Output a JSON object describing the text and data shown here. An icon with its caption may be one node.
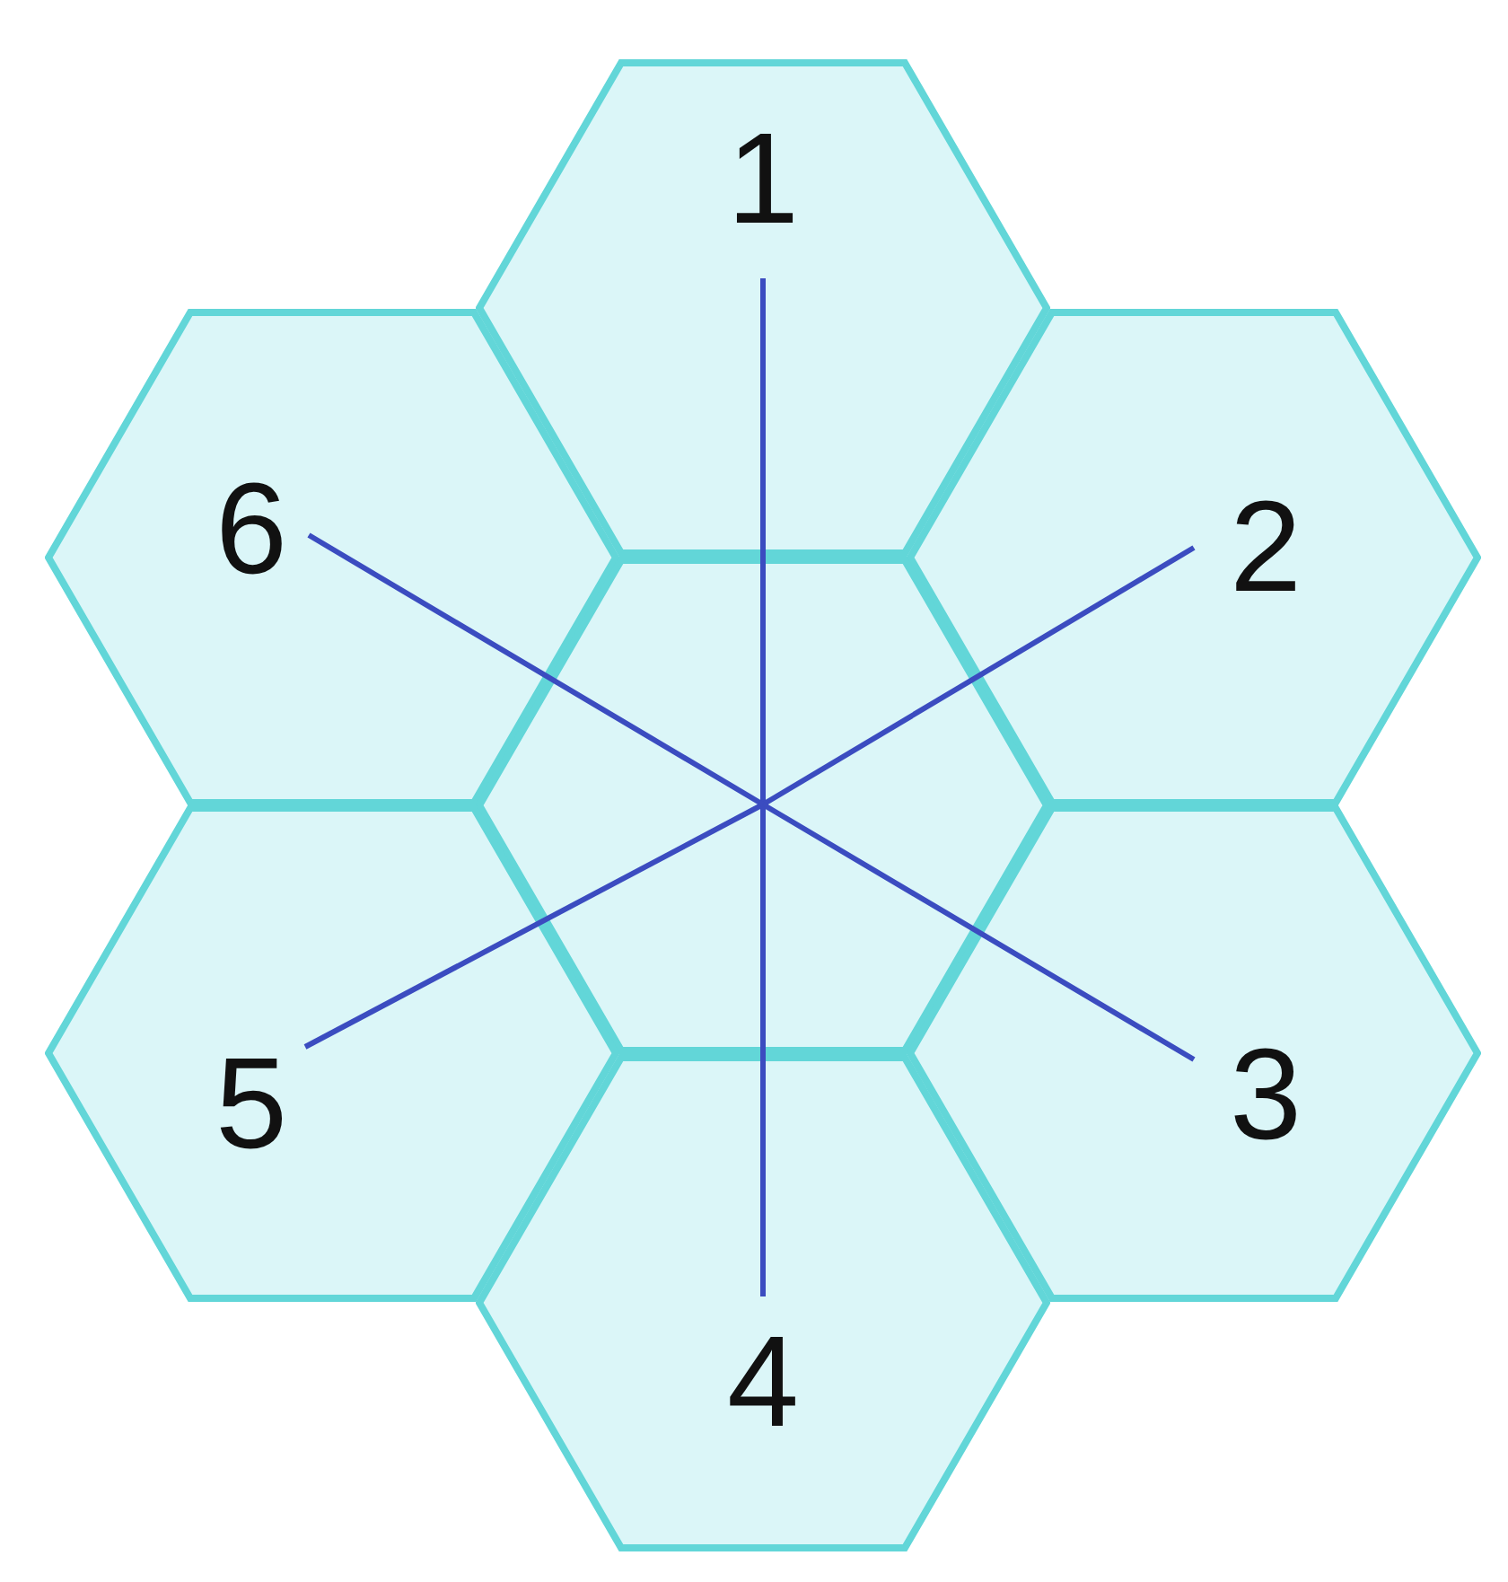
{
  "diagram": {
    "nodes": [
      {
        "text": [
          "1"
        ]
      },
      {
        "text": [
          "6"
        ]
      },
      {
        "text": [
          "2"
        ]
      },
      {
        "text": [],
        "shape": "hexagon"
      },
      {
        "text": [
          "5"
        ]
      },
      {
        "text": [
          "3"
        ]
      },
      {
        "text": [
          "4"
        ]
      }
    ],
    "edges": [
      {
        "from": 3,
        "to": 0,
        "arrow": "none"
      },
      {
        "from": 3,
        "to": 2,
        "arrow": "none"
      },
      {
        "from": 3,
        "to": 5,
        "arrow": "none"
      },
      {
        "from": 3,
        "to": 6,
        "arrow": "none"
      },
      {
        "from": 3,
        "to": 4,
        "arrow": "none"
      },
      {
        "from": 3,
        "to": 1,
        "arrow": "none"
      }
    ]
  }
}
